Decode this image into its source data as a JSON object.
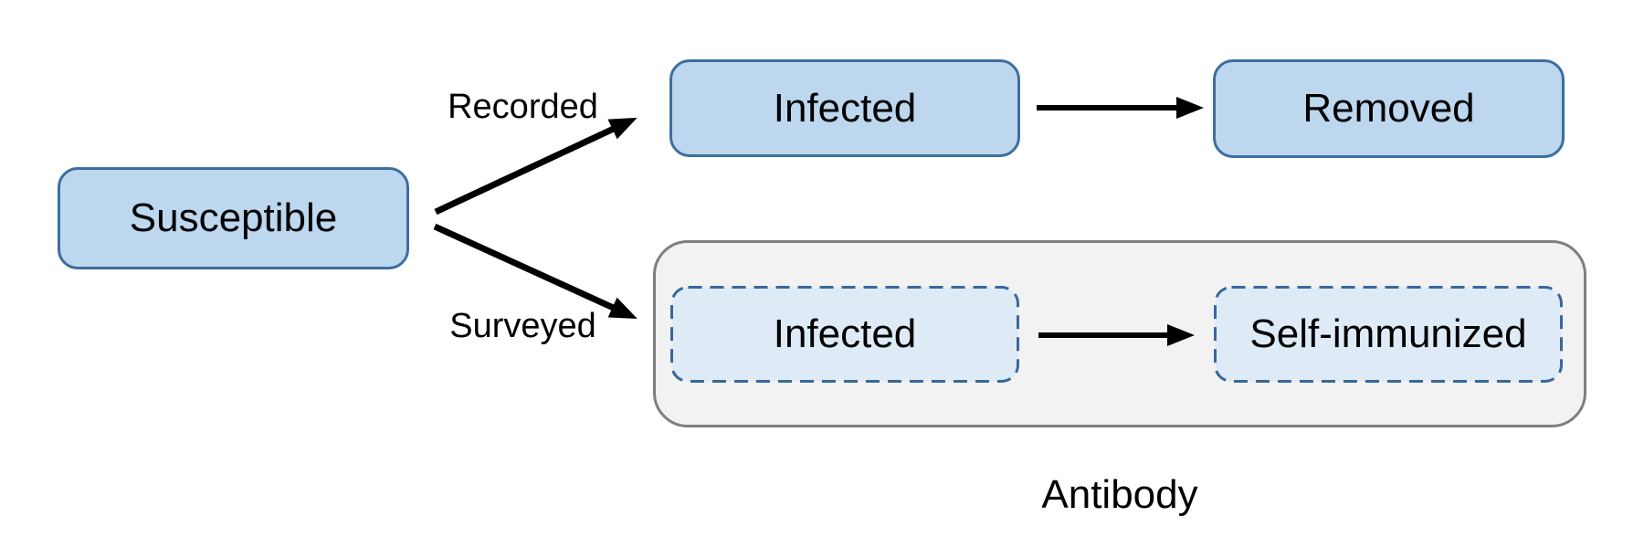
{
  "diagram": {
    "nodes": {
      "susceptible": {
        "label": "Susceptible"
      },
      "infected_recorded": {
        "label": "Infected"
      },
      "removed": {
        "label": "Removed"
      },
      "infected_surveyed": {
        "label": "Infected"
      },
      "self_immunized": {
        "label": "Self-immunized"
      }
    },
    "edges": {
      "recorded": {
        "label": "Recorded"
      },
      "surveyed": {
        "label": "Surveyed"
      }
    },
    "groups": {
      "antibody": {
        "label": "Antibody"
      }
    },
    "colors": {
      "node_fill": "#BDD7EE",
      "node_border": "#3D6E9E",
      "dashed_fill": "#DEEBF7",
      "dashed_border": "#38689A",
      "group_fill": "#F2F2F2",
      "group_border": "#7F7F7F",
      "arrow": "#000000",
      "text": "#000000",
      "background": "#FFFFFF"
    }
  }
}
